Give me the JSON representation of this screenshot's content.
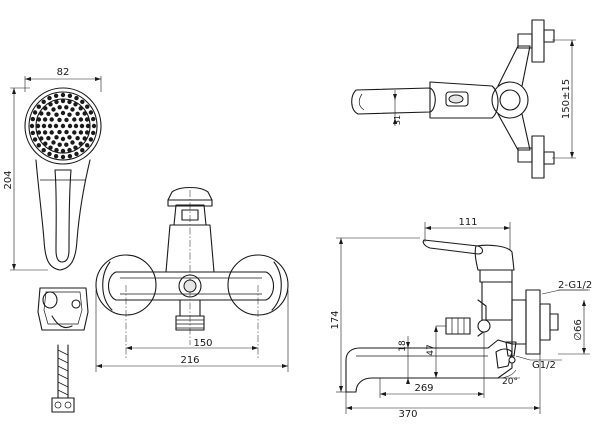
{
  "dimensions": {
    "head_width": "82",
    "shower_length": "204",
    "eccentric_range": "150±15",
    "handle_offset": "31",
    "mixer_centers": "150",
    "mixer_width": "216",
    "spout_reach": "111",
    "total_height": "174",
    "spout_gap": "18",
    "outlet_height": "47",
    "spout_length": "269",
    "total_length": "370",
    "connection_top": "2-G1/2",
    "connection_bottom": "G1/2",
    "escutcheon_dia": "∅66",
    "angle": "20°"
  }
}
